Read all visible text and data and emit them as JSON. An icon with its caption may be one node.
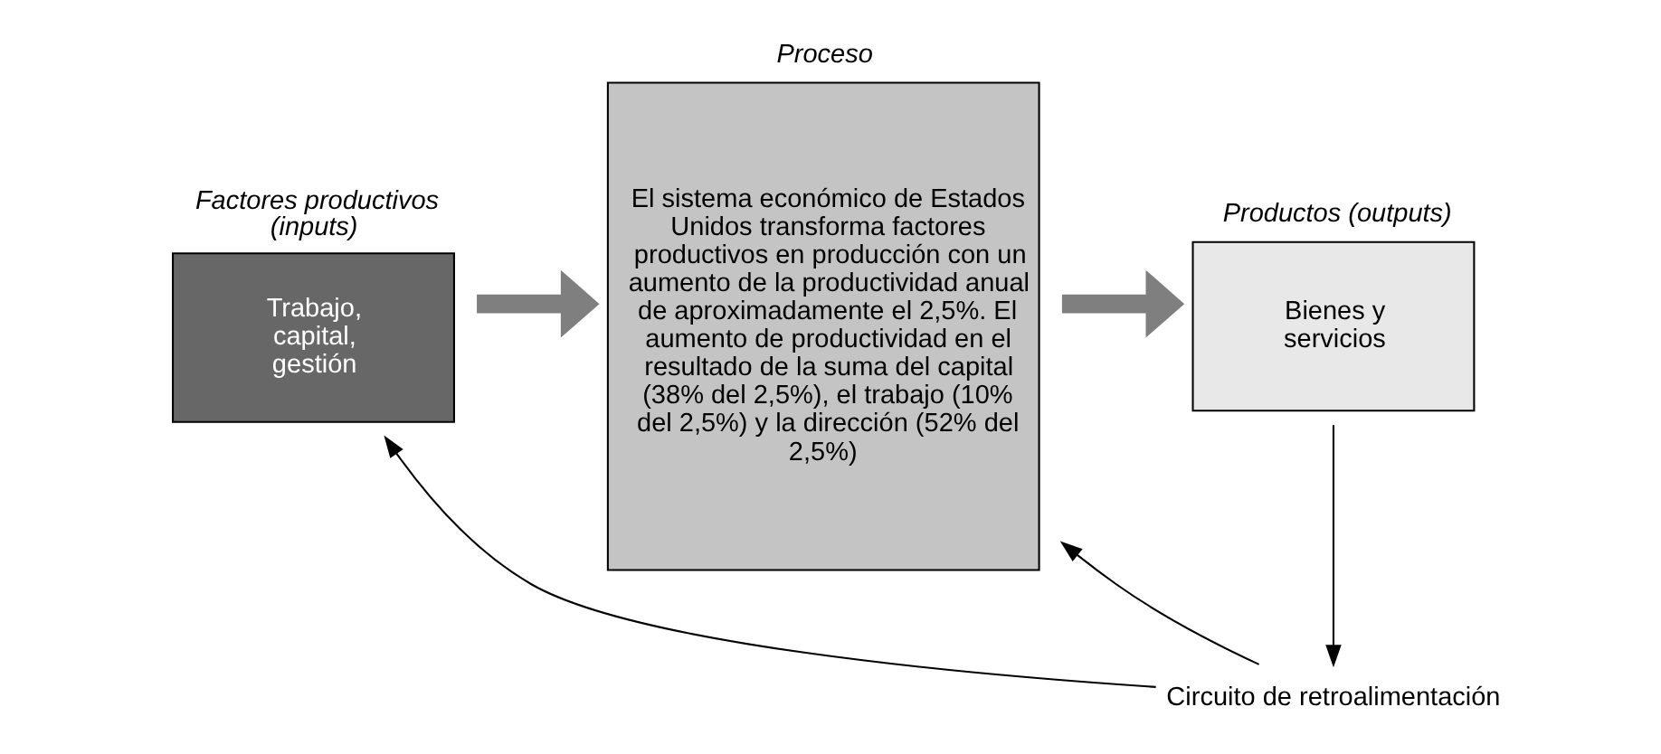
{
  "diagram": {
    "nodes": [
      {
        "text": [
          "Factores productivos (inputs)",
          "Trabajo, capital, gestión"
        ]
      },
      {
        "text": [
          "Proceso",
          "El sistema económico de Estados Unidos transforma factores productivos en producción con un aumento de la productividad anual de aproximadamente el 2,5%. El aumento de productividad en el resultado de la suma del capital (38% del 2,5%), el trabajo (10% del 2,5%) y la dirección (52% del 2,5%)"
        ]
      },
      {
        "text": [
          "Productos (outputs)",
          "Bienes y servicios"
        ]
      },
      {
        "text": [
          "Circuito de retroalimentación"
        ]
      }
    ],
    "edges": [
      {
        "from": 0,
        "to": 1,
        "arrow": "to",
        "style": "thick",
        "color": "#7f7f7f"
      },
      {
        "from": 1,
        "to": 2,
        "arrow": "to",
        "style": "thick",
        "color": "#7f7f7f"
      },
      {
        "from": 2,
        "to": 3,
        "arrow": "to"
      },
      {
        "from": 3,
        "to": 1,
        "arrow": "to"
      },
      {
        "from": 3,
        "to": 0,
        "arrow": "to"
      }
    ]
  }
}
